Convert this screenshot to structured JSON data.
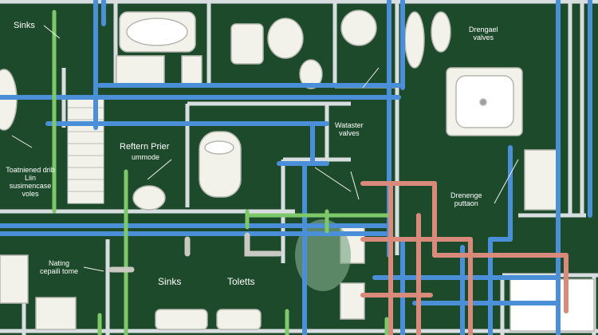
{
  "labels": {
    "sinks_top": "Sinks",
    "drainage_valves": "Drengael\nvalves",
    "return_pipe": "Reftern Prier",
    "return_pipe_sub": "ummode",
    "water_valves": "Wataster\nvalves",
    "treated_drain": "Toatniened drib\nLiin\nsusimencase\nvoles",
    "drainage_outlet": "Drenenge\nputtaon",
    "nearby_outlet": "Nating\ncepaili tome",
    "sinks_bottom": "Sinks",
    "toilets": "Toletts"
  },
  "colors": {
    "background": "#1e4a2c",
    "walls": "#d8dde0",
    "blue_pipe": "#4a8fd8",
    "green_pipe": "#7dc96a",
    "pink_pipe": "#d98a7a",
    "fixture": "#f2f2ea"
  }
}
